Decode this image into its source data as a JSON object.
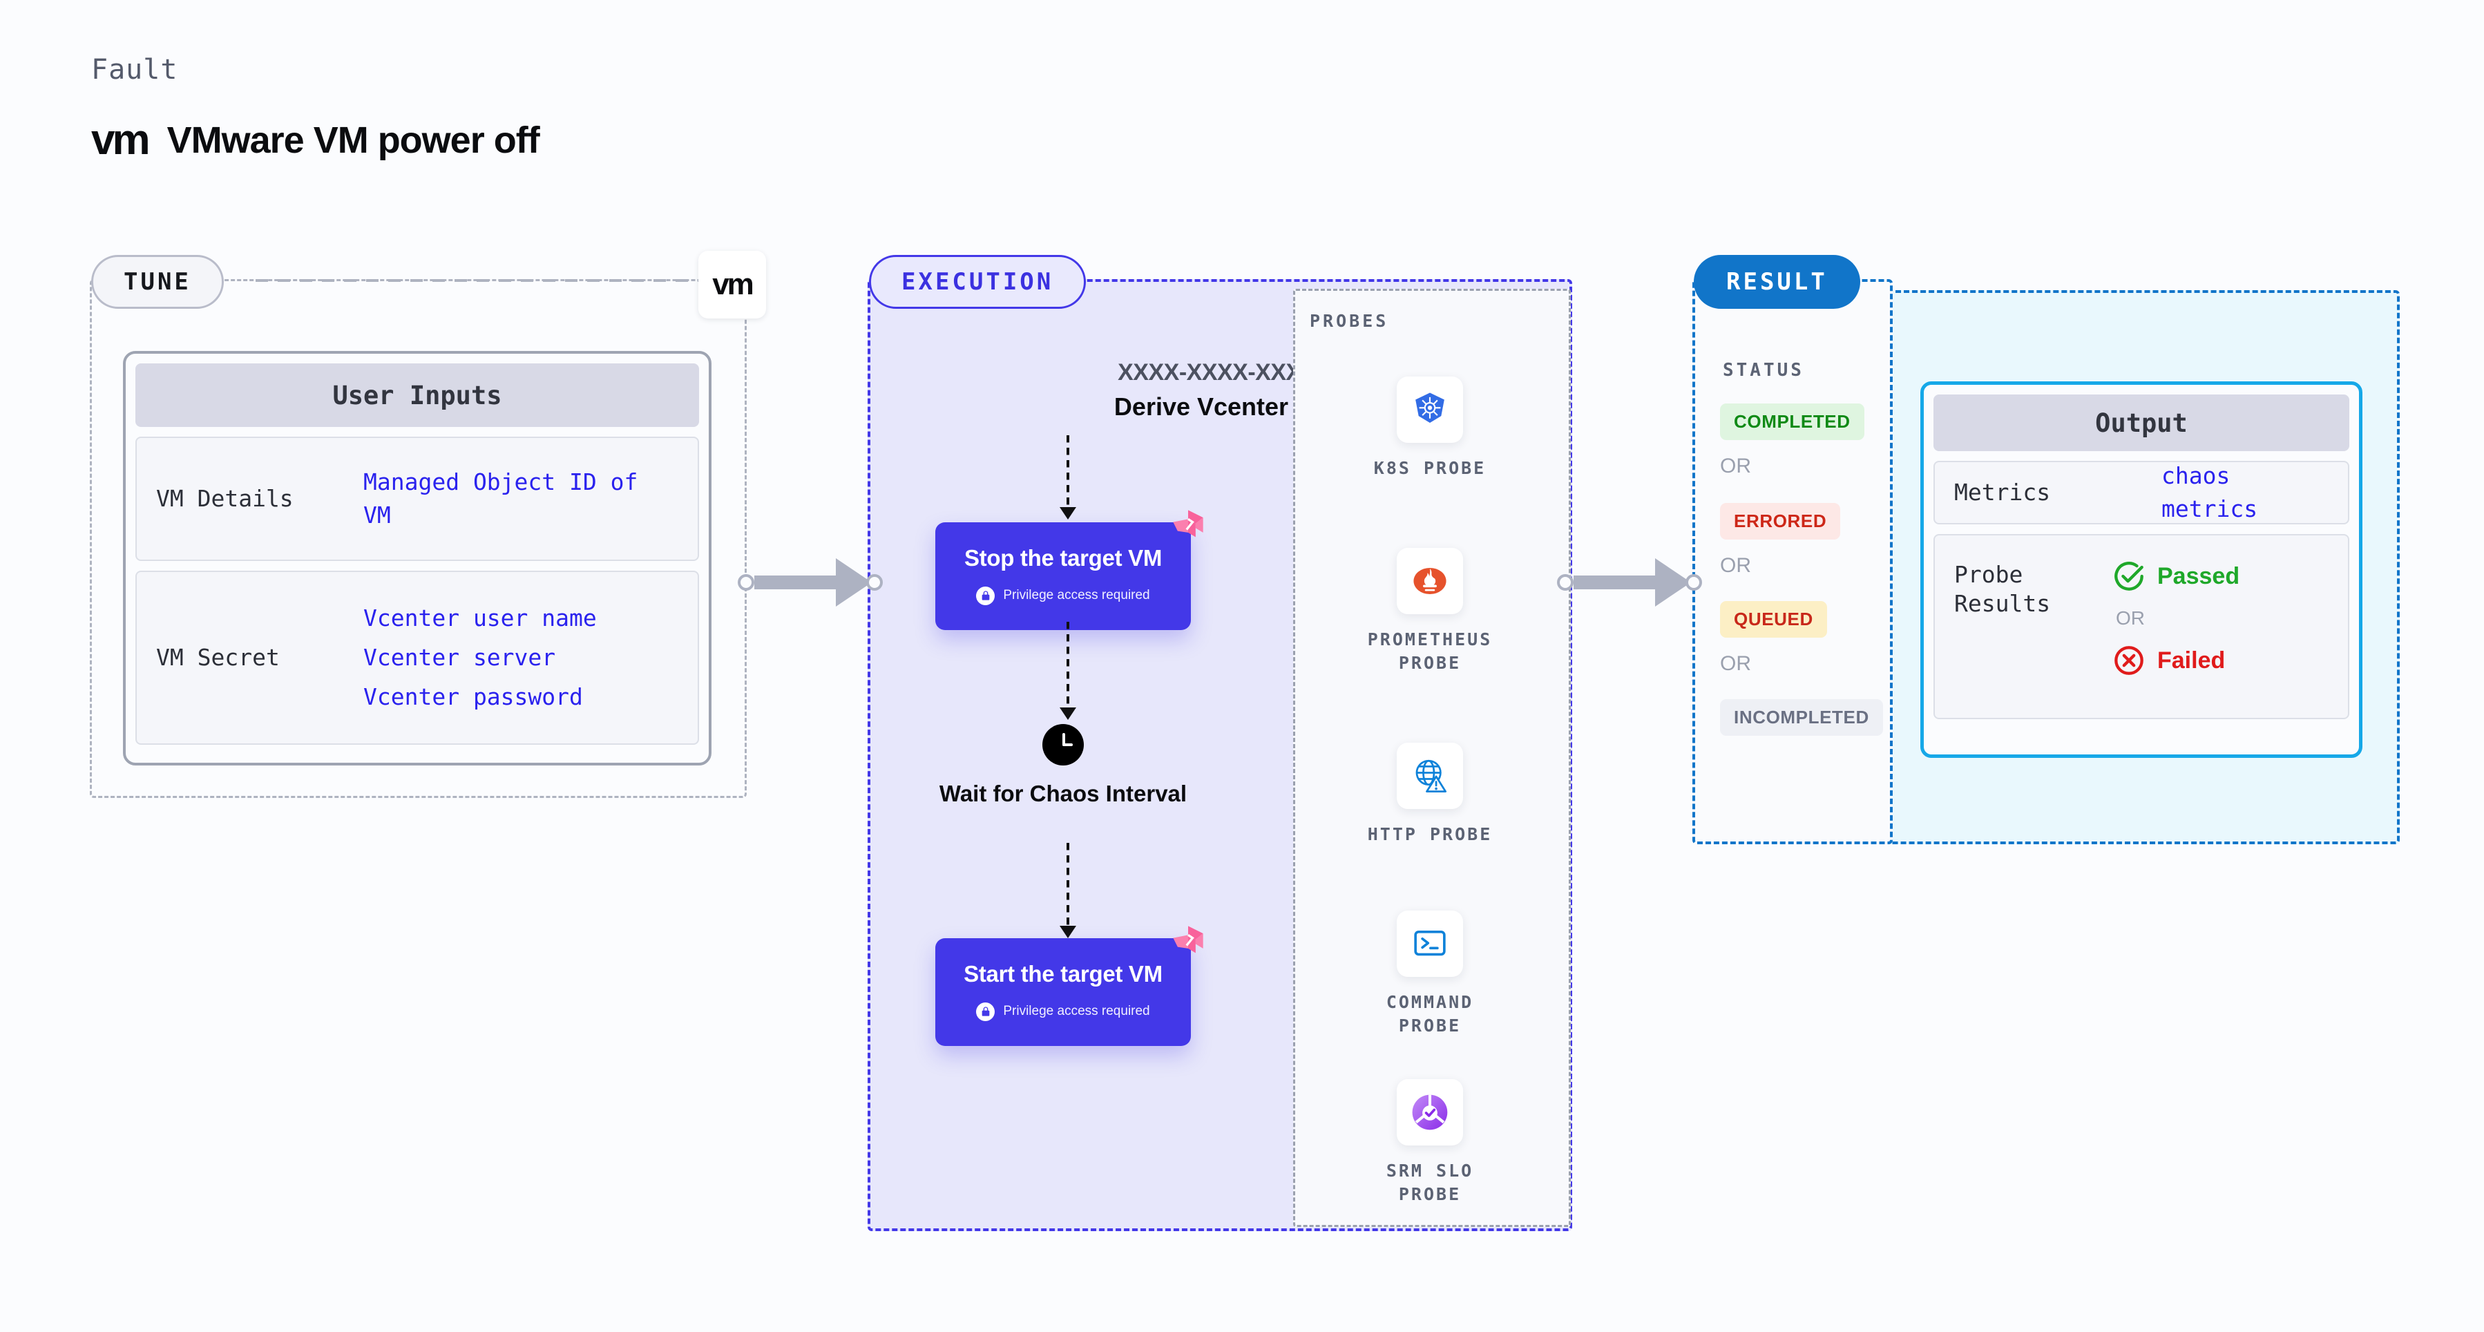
{
  "header": {
    "kicker": "Fault",
    "logo_text": "vm",
    "title": "VMware VM power off"
  },
  "tune": {
    "pill_label": "TUNE",
    "badge_logo": "vm",
    "card": {
      "heading": "User Inputs",
      "rows": [
        {
          "key": "VM Details",
          "values": [
            "Managed Object ID\nof VM"
          ]
        },
        {
          "key": "VM Secret",
          "values": [
            "Vcenter user name",
            "Vcenter server",
            "Vcenter password"
          ]
        }
      ]
    }
  },
  "execution": {
    "pill_label": "EXECUTION",
    "run_id": "XXXX-XXXX-XXXX",
    "run_id_caption": "Derive Vcenter ID",
    "steps": [
      {
        "title": "Stop the target VM",
        "note": "Privilege access required"
      },
      {
        "title": "Wait for Chaos\nInterval"
      },
      {
        "title": "Start the target VM",
        "note": "Privilege access required"
      }
    ],
    "probes": {
      "label": "PROBES",
      "items": [
        {
          "name": "K8S  PROBE",
          "icon": "kubernetes-icon"
        },
        {
          "name": "PROMETHEUS\nPROBE",
          "icon": "prometheus-icon"
        },
        {
          "name": "HTTP  PROBE",
          "icon": "http-globe-warning-icon"
        },
        {
          "name": "COMMAND\nPROBE",
          "icon": "command-terminal-icon"
        },
        {
          "name": "SRM  SLO\nPROBE",
          "icon": "srm-slo-icon"
        }
      ]
    }
  },
  "result": {
    "pill_label": "RESULT",
    "status_label": "STATUS",
    "or_label": "OR",
    "statuses": [
      {
        "label": "COMPLETED",
        "bg": "#dff5e0",
        "fg": "#108a16"
      },
      {
        "label": "ERRORED",
        "bg": "#fde8e6",
        "fg": "#cd2718"
      },
      {
        "label": "QUEUED",
        "bg": "#fcefc5",
        "fg": "#c8281a"
      },
      {
        "label": "INCOMPLETED",
        "bg": "#eef0f5",
        "fg": "#6a7083"
      }
    ],
    "output": {
      "heading": "Output",
      "metrics_key": "Metrics",
      "metrics_value": "chaos metrics",
      "probe_key": "Probe\nResults",
      "passed_label": "Passed",
      "or_label": "OR",
      "failed_label": "Failed"
    }
  },
  "colors": {
    "accent_indigo": "#4338e8",
    "accent_blue": "#1175c9",
    "accent_cyan": "#16a8e8",
    "pass_green": "#1fa82a",
    "fail_red": "#e01b1b",
    "link_blue": "#2a22ee"
  }
}
